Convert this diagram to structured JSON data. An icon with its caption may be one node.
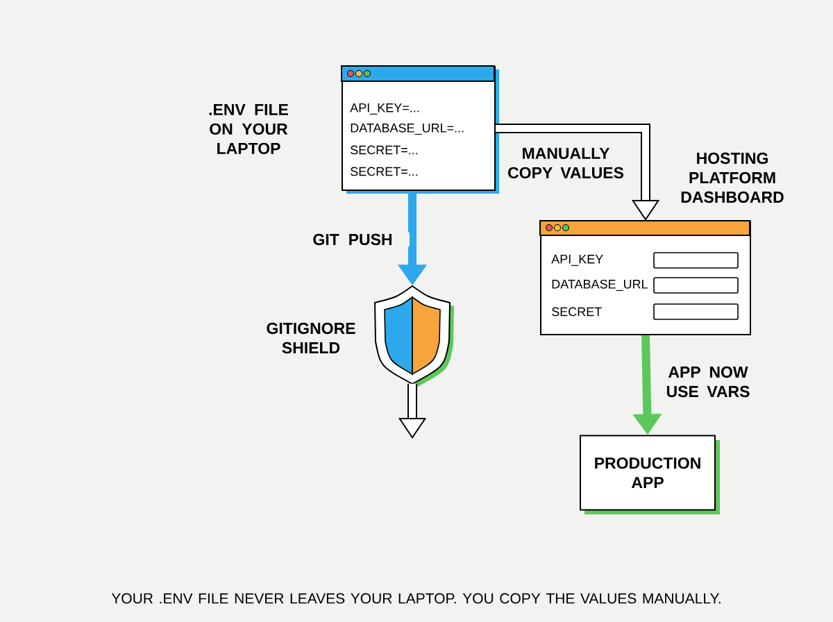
{
  "diagram": {
    "caption": "YOUR .ENV FILE NEVER LEAVES YOUR LAPTOP. YOU COPY THE VALUES MANUALLY.",
    "nodes": [
      {
        "text": [
          "API_KEY=...",
          "DATABASE_URL=...",
          "SECRET=...",
          "SECRET=..."
        ],
        "beside": [
          ".ENV FILE ON YOUR LAPTOP"
        ]
      },
      {
        "text": [],
        "shape": "picture",
        "beside": [
          "GITIGNORE SHIELD"
        ]
      },
      {
        "text": [
          "API_KEY",
          "DATABASE_URL",
          "SECRET"
        ],
        "beside": [
          "HOSTING PLATFORM DASHBOARD"
        ]
      },
      {
        "text": [
          "PRODUCTION APP"
        ]
      }
    ],
    "edges": [
      {
        "from": 0,
        "to": 1,
        "arrow": "to",
        "label": "GIT PUSH",
        "color": "#2ea8ec"
      },
      {
        "from": 1,
        "to": null,
        "arrow": "to"
      },
      {
        "from": 0,
        "to": 2,
        "arrow": "to",
        "label": "MANUALLY COPY VALUES"
      },
      {
        "from": 2,
        "to": 3,
        "arrow": "to",
        "label": "APP NOW USE VARS",
        "color": "#5cc85c"
      }
    ]
  }
}
